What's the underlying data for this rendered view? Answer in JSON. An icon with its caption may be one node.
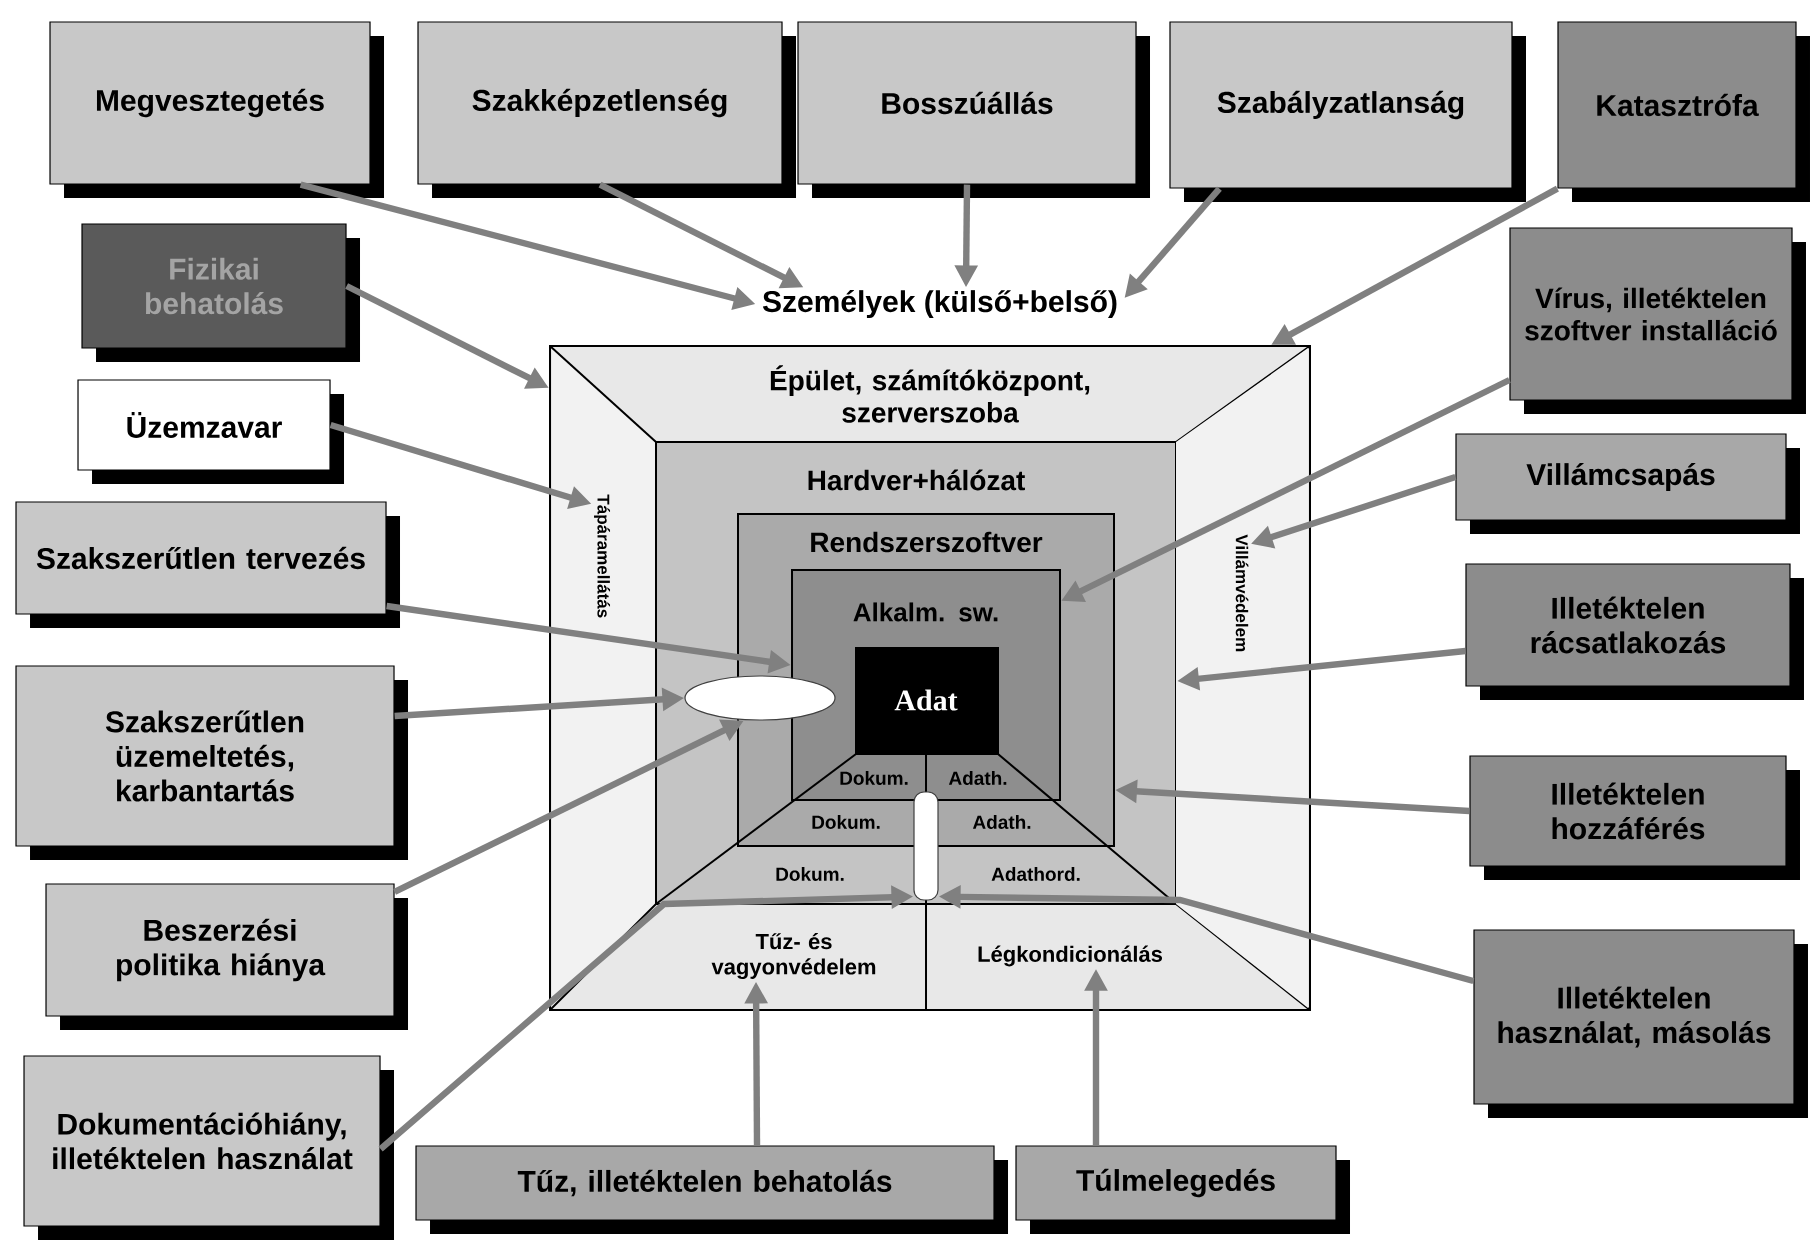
{
  "diagram": {
    "nodes": [
      {
        "text": [
          "Megvesztegetés"
        ]
      },
      {
        "text": [
          "Szakképzetlenség"
        ]
      },
      {
        "text": [
          "Bosszúállás"
        ]
      },
      {
        "text": [
          "Szabályzatlanság"
        ]
      },
      {
        "text": [
          "Katasztrófa"
        ]
      },
      {
        "text": [
          "Fizikai behatolás"
        ]
      },
      {
        "text": [
          "Személyek (külső+belső)"
        ]
      },
      {
        "text": [
          "Vírus, illetéktelen szoftver installáció"
        ]
      },
      {
        "text": [
          "Épület, számítóközpont, szerverszoba"
        ]
      },
      {
        "text": [
          "Tápáramellátás"
        ],
        "in": 8
      },
      {
        "text": [
          "Hardver+hálózat"
        ],
        "in": 8
      },
      {
        "text": [
          "Rendszerszoftver"
        ],
        "in": 10
      },
      {
        "text": [
          "Alkalm. sw."
        ],
        "in": 11
      },
      {
        "text": [
          "Adat"
        ],
        "in": 12
      },
      {
        "text": [
          "Villámvédelem"
        ],
        "in": 8
      },
      {
        "text": [
          "Üzemzavar"
        ]
      },
      {
        "text": [
          "Villámcsapás"
        ]
      },
      {
        "text": [
          "Szakszerűtlen tervezés"
        ]
      },
      {
        "text": [
          "Illetéktelen rácsatlakozás"
        ]
      },
      {
        "text": [],
        "shape": "ellipse",
        "in": 10
      },
      {
        "text": [
          "Dokum."
        ],
        "in": 12
      },
      {
        "text": [
          "Adath."
        ],
        "in": 12
      },
      {
        "text": [
          "Szakszerűtlen üzemeltetés, karbantartás"
        ]
      },
      {
        "text": [
          "Illetéktelen hozzáférés"
        ]
      },
      {
        "text": [
          "Dokum."
        ],
        "in": 11
      },
      {
        "text": [
          "Adath."
        ],
        "in": 11
      },
      {
        "text": [],
        "shape": "capsule",
        "in": 10
      },
      {
        "text": [
          "Dokum."
        ],
        "in": 10
      },
      {
        "text": [
          "Adathord."
        ],
        "in": 10
      },
      {
        "text": [
          "Beszerzési politika hiánya"
        ]
      },
      {
        "text": [
          "Tűz- és vagyonvédelem"
        ],
        "in": 8
      },
      {
        "text": [
          "Légkondicionálás"
        ],
        "in": 8
      },
      {
        "text": [
          "Illetéktelen használat, másolás"
        ]
      },
      {
        "text": [
          "Dokumentációhiány, illetéktelen használat"
        ]
      },
      {
        "text": [
          "Tűz, illetéktelen behatolás"
        ]
      },
      {
        "text": [
          "Túlmelegedés"
        ]
      }
    ],
    "edges": [
      {
        "from": 0,
        "to": 6,
        "arrow": "to"
      },
      {
        "from": 1,
        "to": 6,
        "arrow": "to"
      },
      {
        "from": 2,
        "to": 6,
        "arrow": "to"
      },
      {
        "from": 3,
        "to": 6,
        "arrow": "to"
      },
      {
        "from": 4,
        "to": 8,
        "arrow": "to"
      },
      {
        "from": 5,
        "to": 8,
        "arrow": "to"
      },
      {
        "from": 15,
        "to": 9,
        "arrow": "to"
      },
      {
        "from": 7,
        "to": 12,
        "arrow": "to"
      },
      {
        "from": 16,
        "to": 14,
        "arrow": "to"
      },
      {
        "from": 18,
        "to": 10,
        "arrow": "to"
      },
      {
        "from": 23,
        "to": 11,
        "arrow": "to"
      },
      {
        "from": 32,
        "to": 26,
        "arrow": "to"
      },
      {
        "from": 17,
        "to": 12,
        "arrow": "to"
      },
      {
        "from": 22,
        "to": 19,
        "arrow": "to"
      },
      {
        "from": 29,
        "to": 19,
        "arrow": "to"
      },
      {
        "from": 33,
        "to": 26,
        "arrow": "to"
      },
      {
        "from": 34,
        "to": 30,
        "arrow": "to"
      },
      {
        "from": 35,
        "to": 31,
        "arrow": "to"
      }
    ]
  }
}
